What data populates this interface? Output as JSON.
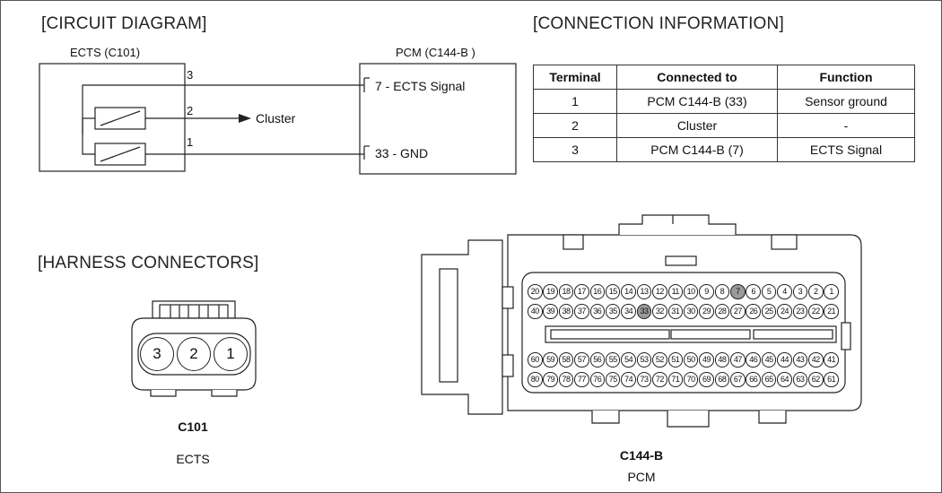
{
  "circuit": {
    "title": "[CIRCUIT DIAGRAM]",
    "ects_label": "ECTS (C101)",
    "pcm_label": "PCM (C144-B )",
    "pin3": "3",
    "pin2": "2",
    "pin1": "1",
    "cluster_label": "Cluster",
    "pcm_pin7": "7 - ECTS Signal",
    "pcm_pin33": "33 - GND"
  },
  "connection": {
    "title": "[CONNECTION INFORMATION]",
    "headers": [
      "Terminal",
      "Connected to",
      "Function"
    ],
    "rows": [
      [
        "1",
        "PCM C144-B (33)",
        "Sensor ground"
      ],
      [
        "2",
        "Cluster",
        "-"
      ],
      [
        "3",
        "PCM C144-B (7)",
        "ECTS Signal"
      ]
    ]
  },
  "harness": {
    "title": "[HARNESS CONNECTORS]",
    "c101": {
      "pins": [
        "3",
        "2",
        "1"
      ],
      "code": "C101",
      "name": "ECTS"
    },
    "c144b": {
      "code": "C144-B",
      "name": "PCM",
      "row1": [
        "20",
        "19",
        "18",
        "17",
        "16",
        "15",
        "14",
        "13",
        "12",
        "11",
        "10",
        "9",
        "8",
        "7",
        "6",
        "5",
        "4",
        "3",
        "2",
        "1"
      ],
      "row2": [
        "40",
        "39",
        "38",
        "37",
        "36",
        "35",
        "34",
        "33",
        "32",
        "31",
        "30",
        "29",
        "28",
        "27",
        "26",
        "25",
        "24",
        "23",
        "22",
        "21"
      ],
      "row3": [
        "60",
        "59",
        "58",
        "57",
        "56",
        "55",
        "54",
        "53",
        "52",
        "51",
        "50",
        "49",
        "48",
        "47",
        "46",
        "45",
        "44",
        "43",
        "42",
        "41"
      ],
      "row4": [
        "80",
        "79",
        "78",
        "77",
        "76",
        "75",
        "74",
        "73",
        "72",
        "71",
        "70",
        "69",
        "68",
        "67",
        "66",
        "65",
        "64",
        "63",
        "62",
        "61"
      ],
      "highlighted": [
        "7",
        "33"
      ]
    }
  },
  "colors": {
    "line": "#222222",
    "highlight": "#9a9a9a",
    "pin_fill": "#ffffff"
  }
}
